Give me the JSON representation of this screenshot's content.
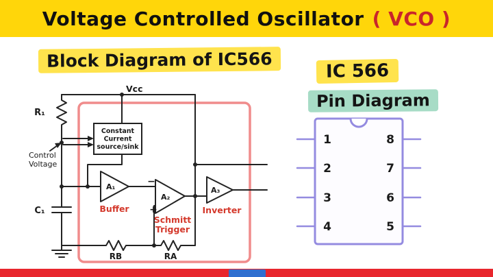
{
  "banner": {
    "title_main": "Voltage Controlled Oscillator",
    "title_accent": "( VCO )"
  },
  "headings": {
    "block_diagram": "Block Diagram of IC566",
    "ic_name": "IC 566",
    "pin_diagram": "Pin Diagram"
  },
  "block_diagram": {
    "vcc": "Vcc",
    "r1": "R₁",
    "control_voltage_line1": "Control",
    "control_voltage_line2": "Voltage",
    "ccs_line1": "Constant",
    "ccs_line2": "Current",
    "ccs_line3": "source/sink",
    "a1": "A₁",
    "a2": "A₂",
    "a3": "A₃",
    "minus": "−",
    "plus": "+",
    "buffer": "Buffer",
    "schmitt_line1": "Schmitt",
    "schmitt_line2": "Trigger",
    "inverter": "Inverter",
    "c1": "C₁",
    "rb": "RB",
    "ra": "RA"
  },
  "pin_diagram": {
    "left_pins": [
      "1",
      "2",
      "3",
      "4"
    ],
    "right_pins": [
      "8",
      "7",
      "6",
      "5"
    ]
  },
  "colors": {
    "banner_bg": "#ffd60a",
    "banner_text": "#101010",
    "accent_red": "#c9252b",
    "highlight_yellow": "#ffe34d",
    "highlight_teal": "#a7dcc6",
    "box_pink": "#f08c8c",
    "chip_purple": "#948be0",
    "label_red": "#d4392c",
    "bottom_bar_red": "#e8262d",
    "bottom_blue": "#2f6fd0"
  }
}
